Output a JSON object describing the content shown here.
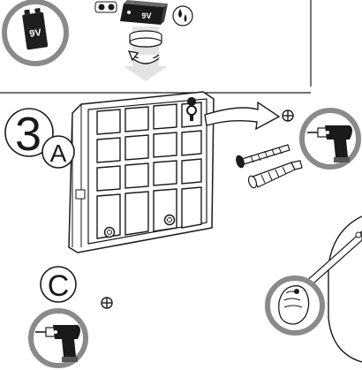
{
  "battery_top_left": {
    "label": "9V"
  },
  "battery_inline": {
    "label": "9V"
  },
  "step_main": {
    "number": "3",
    "sub": "A"
  },
  "step_c": {
    "label": "C"
  },
  "colors": {
    "line": "#1a1a1a",
    "fill": "#ffffff",
    "gray": "#c8c8c8",
    "dark": "#555555"
  }
}
